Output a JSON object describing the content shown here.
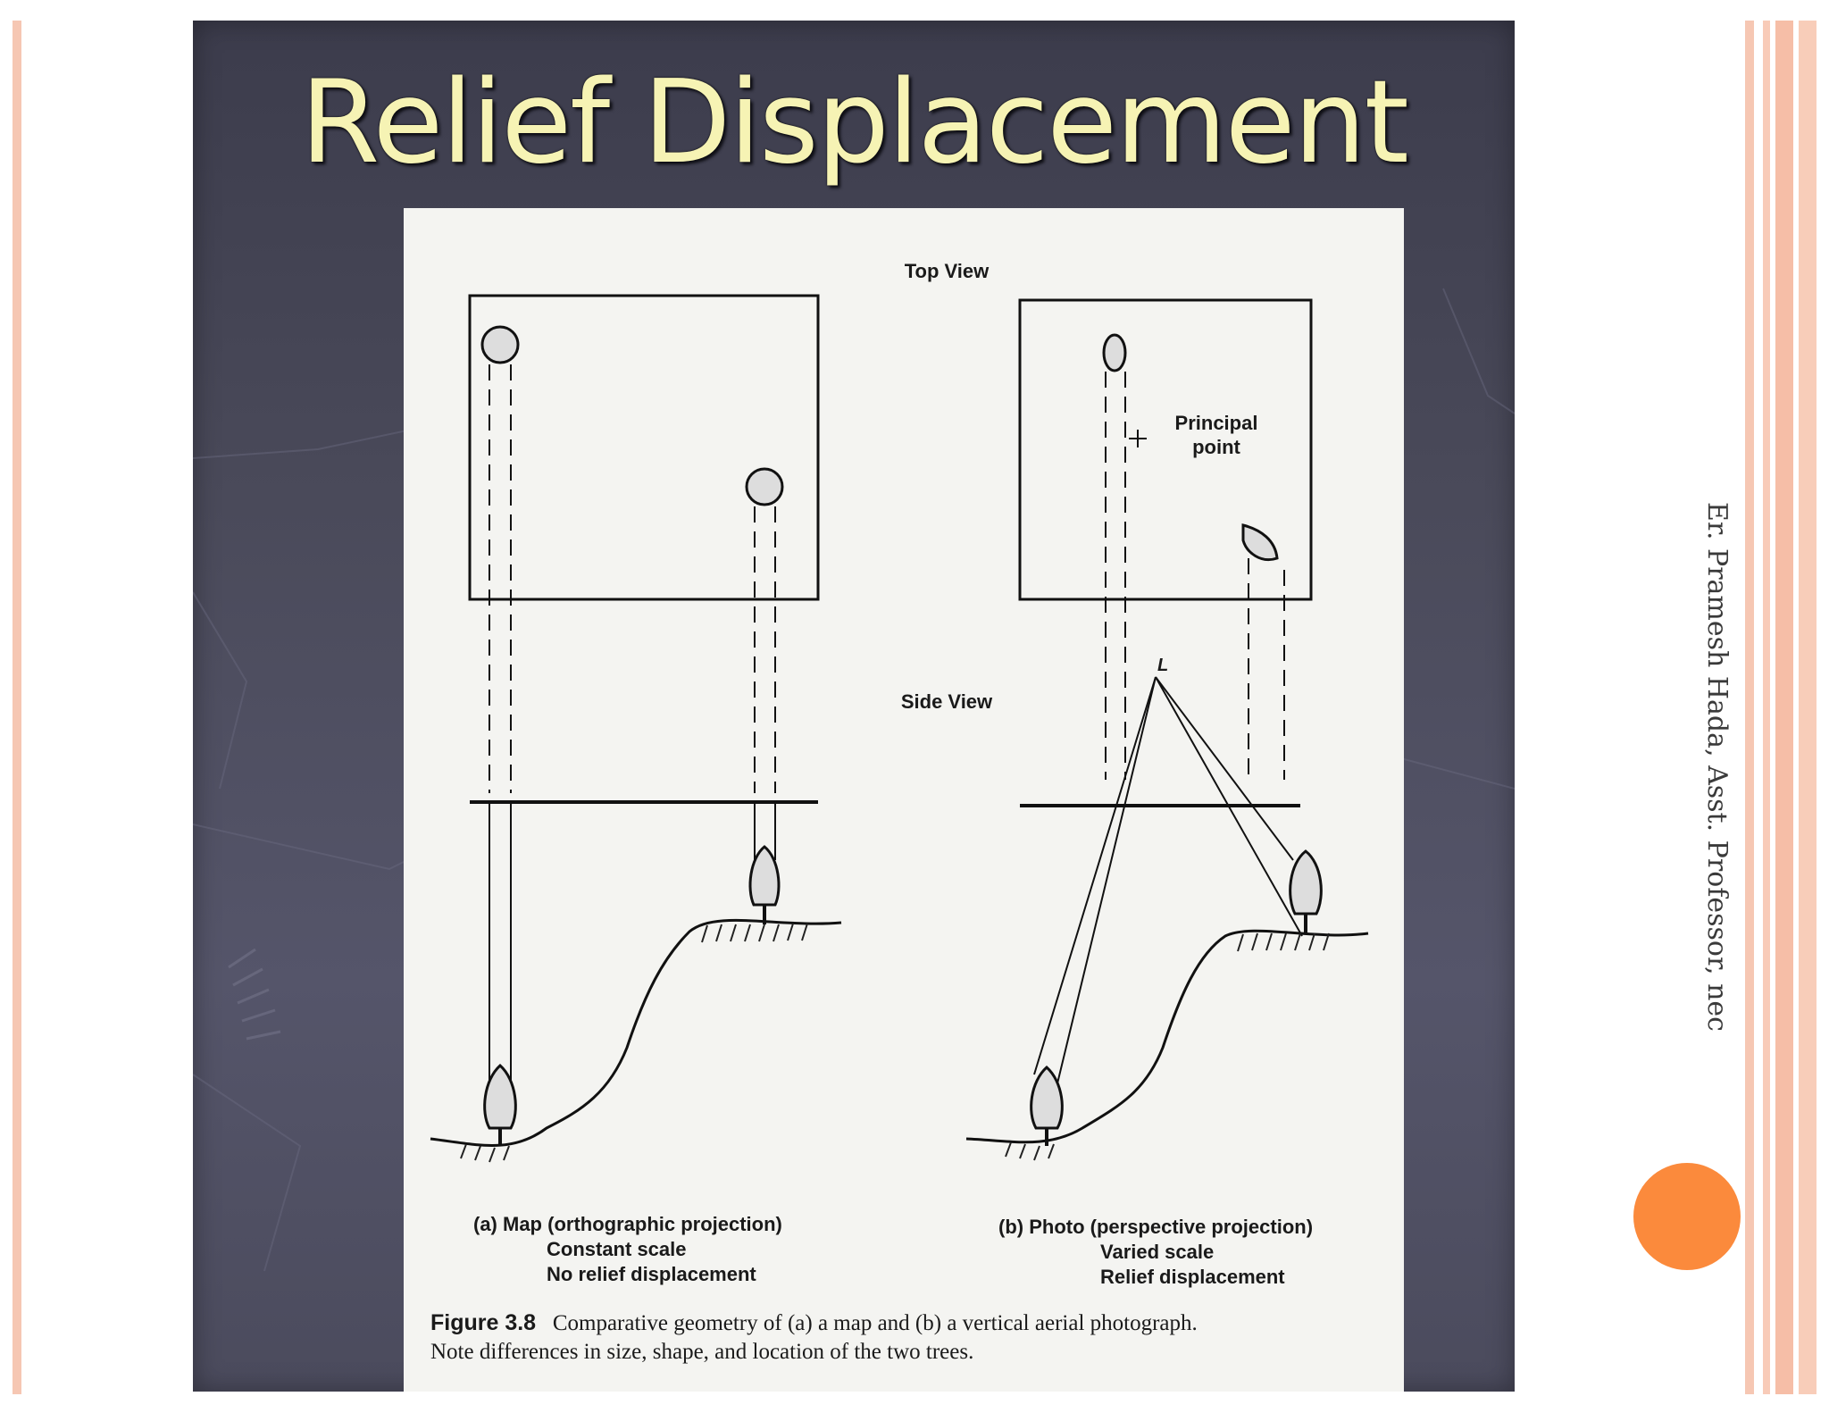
{
  "slide": {
    "title": "Relief Displacement"
  },
  "figure": {
    "top_view_label": "Top View",
    "side_view_label": "Side View",
    "principal_point_label_1": "Principal",
    "principal_point_label_2": "point",
    "lens_label": "L",
    "panel_a": {
      "line1": "(a) Map (orthographic projection)",
      "line2": "Constant scale",
      "line3": "No relief displacement"
    },
    "panel_b": {
      "line1": "(b) Photo (perspective projection)",
      "line2": "Varied scale",
      "line3": "Relief displacement"
    },
    "caption_number": "Figure 3.8",
    "caption_line1": "Comparative geometry of (a) a map and (b) a vertical aerial photograph.",
    "caption_line2": "Note differences in size, shape, and location of the two trees."
  },
  "author": "Er. Pramesh Hada, Asst. Professor, nec",
  "colors": {
    "title": "#f6f3b4",
    "accent_dot": "#fb8a3c",
    "border_stripe": "#f6c7b3"
  }
}
